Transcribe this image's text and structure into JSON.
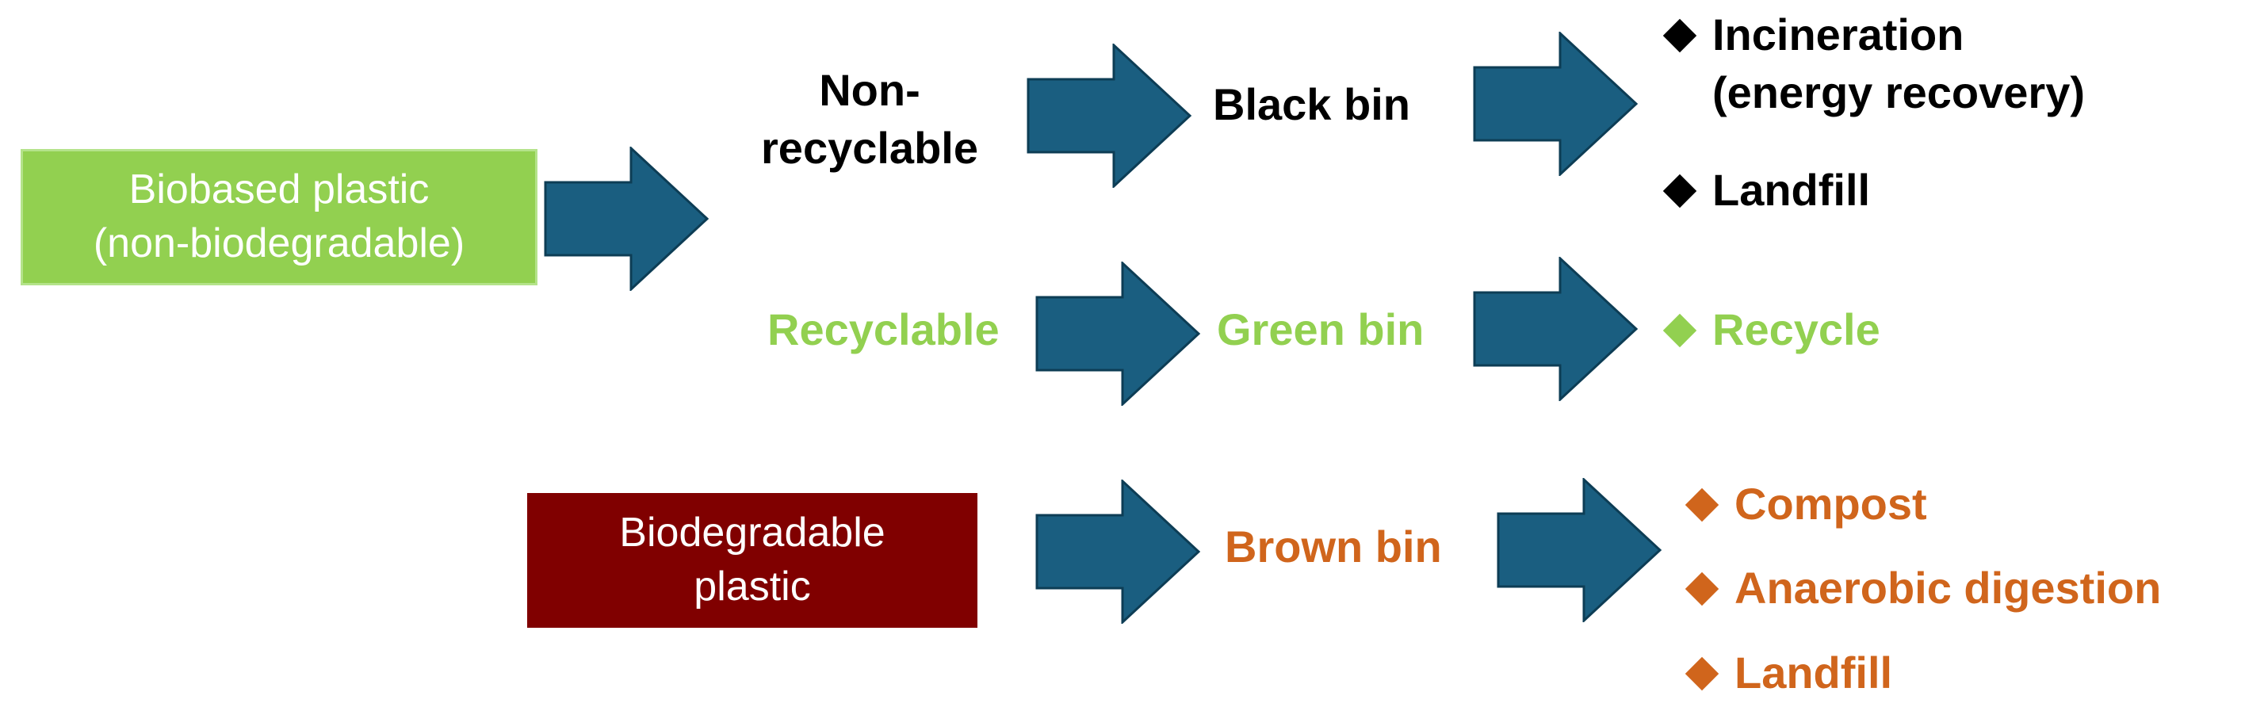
{
  "colors": {
    "arrow_fill": "#1a5e80",
    "arrow_stroke": "#0d3d55",
    "biobased_box": "#92d050",
    "biodegradable_box": "#800000",
    "non_recyclable_text": "#000000",
    "recyclable_text": "#92d050",
    "biodegradable_text": "#d0651c"
  },
  "sources": {
    "biobased": {
      "line1": "Biobased plastic",
      "line2": "(non-biodegradable)"
    },
    "biodegradable": {
      "line1": "Biodegradable",
      "line2": "plastic"
    }
  },
  "categories": {
    "non_recyclable": {
      "line1": "Non-",
      "line2": "recyclable"
    },
    "recyclable": "Recyclable"
  },
  "bins": {
    "black": "Black bin",
    "green": "Green bin",
    "brown": "Brown bin"
  },
  "outcomes": {
    "black": [
      {
        "line1": "Incineration",
        "line2": "(energy recovery)"
      },
      {
        "line1": "Landfill"
      }
    ],
    "green": [
      {
        "line1": "Recycle"
      }
    ],
    "brown": [
      {
        "line1": "Compost"
      },
      {
        "line1": "Anaerobic digestion"
      },
      {
        "line1": "Landfill"
      }
    ]
  }
}
